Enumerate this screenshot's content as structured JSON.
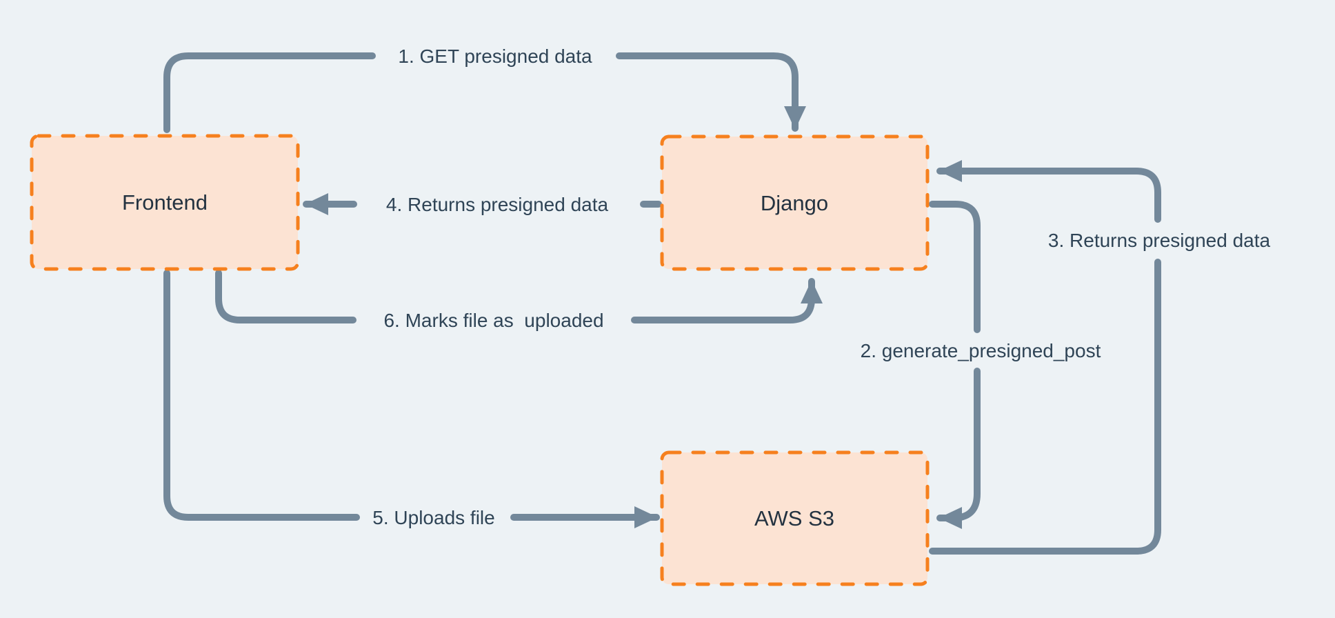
{
  "colors": {
    "background": "#EDF2F5",
    "arrow": "#73889A",
    "edge_label_text": "#2F4456",
    "node_fill": "#FCE3D3",
    "node_border": "#F6801E",
    "node_label_text": "#233240"
  },
  "nodes": {
    "frontend": {
      "label": "Frontend"
    },
    "django": {
      "label": "Django"
    },
    "aws_s3": {
      "label": "AWS S3"
    }
  },
  "edges": {
    "step1": {
      "label": "1. GET presigned data",
      "from": "Frontend",
      "to": "Django"
    },
    "step2": {
      "label": "2. generate_presigned_post",
      "from": "Django",
      "to": "AWS S3"
    },
    "step3": {
      "label": "3. Returns presigned data",
      "from": "AWS S3",
      "to": "Django"
    },
    "step4": {
      "label": "4. Returns presigned data",
      "from": "Django",
      "to": "Frontend"
    },
    "step5": {
      "label": "5. Uploads file",
      "from": "Frontend",
      "to": "AWS S3"
    },
    "step6": {
      "label": "6. Marks file as  uploaded",
      "from": "Frontend",
      "to": "Django"
    }
  }
}
